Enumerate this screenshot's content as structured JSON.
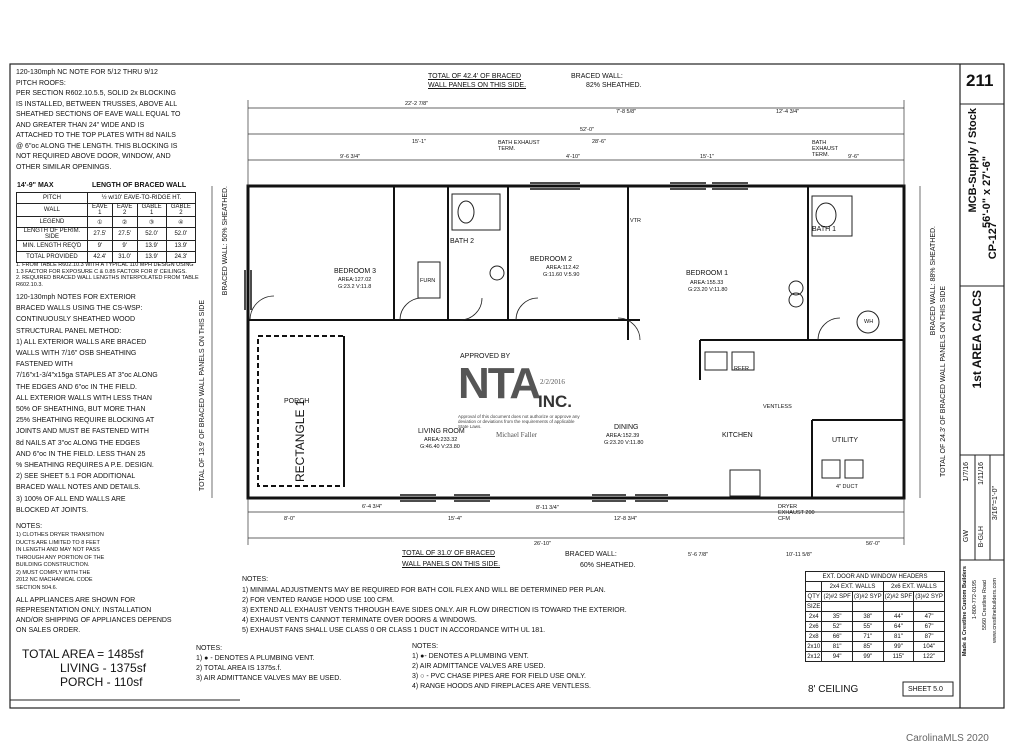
{
  "left_notes": {
    "nc_note": [
      "120-130mph NC NOTE FOR 5/12 THRU 9/12",
      "PITCH ROOFS:",
      "PER SECTION R602.10.5.5, SOLID 2x BLOCKING",
      "IS INSTALLED, BETWEEN TRUSSES, ABOVE ALL",
      "SHEATHED SECTIONS OF EAVE WALL EQUAL TO",
      "AND GREATER THAN 24\" WIDE AND IS",
      "ATTACHED TO THE TOP PLATES WITH 8d NAILS",
      "@ 6\"oc ALONG THE LENGTH. THIS BLOCKING IS",
      "NOT REQUIRED ABOVE DOOR, WINDOW, AND",
      "OTHER SIMILAR OPENINGS."
    ],
    "table_title_left": "14'-9\" MAX",
    "table_title_right": "LENGTH OF BRACED WALL",
    "table_rows": [
      [
        "PITCH",
        "½ w/10' EAVE-TO-RIDGE HT.",
        "",
        "",
        ""
      ],
      [
        "WALL",
        "EAVE 1",
        "EAVE 2",
        "GABLE 1",
        "GABLE 2"
      ],
      [
        "LEGEND",
        "①",
        "②",
        "③",
        "④"
      ],
      [
        "LENGTH OF PERIM. SIDE",
        "27.5'",
        "27.5'",
        "52.0'",
        "52.0'"
      ],
      [
        "MIN. LENGTH REQ'D",
        "9'",
        "9'",
        "13.9'",
        "13.9'"
      ],
      [
        "TOTAL PROVIDED",
        "42.4'",
        "31.0'",
        "13.9'",
        "24.3'"
      ]
    ],
    "table_footnotes": [
      "1. FROM TABLE R602.10.3 WITH A TYPICAL 110 MPH DESIGN USING",
      "1.3 FACTOR FOR EXPOSURE C & 0.85 FACTOR FOR 8' CEILINGS.",
      "2. REQUIRED BRACED WALL LENGTHS INTERPOLATED FROM TABLE",
      "R602.10.3."
    ],
    "exterior_notes": [
      "120-130mph NOTES FOR EXTERIOR",
      "BRACED WALLS USING THE CS-WSP:",
      "CONTINUOUSLY SHEATHED WOOD",
      "STRUCTURAL PANEL METHOD:",
      "1) ALL EXTERIOR WALLS ARE BRACED",
      "WALLS WITH 7/16\" OSB SHEATHING",
      "FASTENED WITH",
      "7/16\"x1-3/4\"x15ga STAPLES AT 3\"oc ALONG",
      "THE EDGES AND 6\"oc IN THE FIELD.",
      "ALL EXTERIOR WALLS WITH LESS THAN",
      "50% OF SHEATHING, BUT MORE THAN",
      "25% SHEATHING REQUIRE BLOCKING AT",
      "JOINTS AND MUST BE FASTENED WITH",
      "8d NAILS AT 3\"oc ALONG THE EDGES",
      "AND 6\"oc IN THE FIELD. LESS THAN 25",
      "% SHEATHING REQUIRES A P.E. DESIGN.",
      "2) SEE SHEET 5.1 FOR ADDITIONAL",
      "BRACED WALL NOTES AND DETAILS.",
      "3) 100% OF ALL END WALLS ARE",
      "BLOCKED AT JOINTS."
    ],
    "notes_title": "NOTES:",
    "notes": [
      "1) CLOTHES DRYER TRANSITION",
      "DUCTS ARE LIMITED TO 8 FEET",
      "IN LENGTH AND MAY NOT PASS",
      "THROUGH ANY PORTION OF THE",
      "BUILDING CONSTRUCTION.",
      "2) MUST COMPLY WITH THE",
      "2012 NC MACHANICAL CODE",
      "SECTION 504.6."
    ],
    "appliances": [
      "ALL APPLIANCES ARE SHOWN FOR",
      "REPRESENTATION ONLY. INSTALLATION",
      "AND/OR SHIPPING OF APPLIANCES DEPENDS",
      "ON SALES ORDER."
    ],
    "total_area": "TOTAL AREA = 1485sf",
    "living": "LIVING - 1375sf",
    "porch": "PORCH - 110sf"
  },
  "plan": {
    "top_braced": "TOTAL OF 42.4' OF BRACED",
    "top_braced2": "WALL PANELS ON THIS SIDE.",
    "top_braced_pct": "BRACED WALL:",
    "top_braced_pct2": "82% SHEATHED.",
    "bottom_braced": "TOTAL OF 31.0' OF BRACED",
    "bottom_braced2": "WALL PANELS ON THIS SIDE.",
    "bottom_braced_pct": "BRACED WALL:",
    "bottom_braced_pct2": "60% SHEATHED.",
    "left_braced": "TOTAL OF 13.9' OF BRACED WALL PANELS ON THIS SIDE",
    "left_braced_pct": "BRACED WALL: 50% SHEATHED.",
    "right_braced": "TOTAL OF 24.3' OF BRACED WALL PANELS ON THIS SIDE",
    "right_braced_pct": "BRACED WALL: 88% SHEATHED.",
    "rooms": {
      "bedroom3": "BEDROOM 3",
      "bedroom3_area": "AREA:127.02",
      "bedroom3_dim": "G:23.2 V:11.8",
      "bedroom2": "BEDROOM 2",
      "bedroom2_area": "AREA:112.42",
      "bedroom2_dim": "G:11.60 V:5.90",
      "bedroom1": "BEDROOM 1",
      "bedroom1_area": "AREA:155.33",
      "bedroom1_dim": "G:23.20 V:11.80",
      "bath2": "BATH 2",
      "bath1": "BATH 1",
      "living": "LIVING ROOM",
      "living_area": "AREA:233.32",
      "living_dim": "G:46.40 V:23.80",
      "dining": "DINING",
      "dining_area": "AREA:152.39",
      "dining_dim": "G:23.20 V:11.80",
      "kitchen": "KITCHEN",
      "utility": "UTILITY",
      "porch": "PORCH",
      "rectangle": "RECTANGLE 1",
      "ventless": "VENTLESS",
      "refr": "REFR",
      "wh": "WH",
      "furn": "FURN",
      "dryer": "DRYER EXHAUST 200 CFM",
      "bath_exhaust": "BATH EXHAUST TERM.",
      "bath_exhaust2": "BATH EXHAUST TERM."
    },
    "dims_top": [
      "22'-2 7/8\"",
      "7'-8 5/8\"",
      "12'-4 3/4\"",
      "52'-0\"",
      "9'-6 3/4\"",
      "15'-1\"",
      "4'-10\"",
      "28'-6\"",
      "15'-1\"",
      "9'-6\""
    ],
    "dims_bottom": [
      "6'-4 3/4\"",
      "15'-4\"",
      "8'-11 3/4\"",
      "12'-8 3/4\"",
      "8'-0\"",
      "26'-10\"",
      "5'-6 7/8\"",
      "10'-11 5/8\"",
      "56'-0\""
    ],
    "vtr": "VTR",
    "ducts": "4\" DUCT"
  },
  "approval": {
    "line1": "APPROVED BY",
    "logo": "NTA",
    "inc": "INC.",
    "date": "2/2/2016",
    "disclaimer": "Approval of this document does not authorize or approve any deviation or deviations from the requirements of applicable State Laws.",
    "name": "Michael Faller"
  },
  "bottom_notes": {
    "title": "NOTES:",
    "lines": [
      "1) MINIMAL ADJUSTMENTS MAY BE REQUIRED FOR BATH COIL FLEX AND WILL BE DETERMINED PER PLAN.",
      "2) FOR VENTED RANGE HOOD USE 100 CFM.",
      "3) EXTEND ALL EXHAUST VENTS THROUGH EAVE SIDES ONLY. AIR FLOW DIRECTION IS TOWARD THE EXTERIOR.",
      "4) EXHAUST VENTS CANNOT TERMINATE OVER DOORS & WINDOWS.",
      "5) EXHAUST FANS SHALL USE CLASS 0 OR CLASS 1 DUCT IN ACCORDANCE WITH UL 181."
    ],
    "legend1_title": "NOTES:",
    "legend1": [
      "1) ● - DENOTES A PLUMBING VENT.",
      "2) TOTAL AREA IS 1375s.f.",
      "3) AIR ADMITTANCE VALVES MAY BE USED."
    ],
    "legend2_title": "NOTES:",
    "legend2": [
      "1) ●- DENOTES A PLUMBING VENT.",
      "2) AIR ADMITTANCE VALVES ARE USED.",
      "3) ○ - PVC CHASE PIPES ARE FOR FIELD USE ONLY.",
      "4) RANGE HOODS AND FIREPLACES ARE VENTLESS."
    ],
    "ceiling": "8' CEILING",
    "sheet": "SHEET 5.0"
  },
  "headers_table": {
    "title": "EXT. DOOR AND WINDOW HEADERS",
    "col_groups": [
      "2x4 EXT. WALLS",
      "2x6 EXT. WALLS"
    ],
    "cols": [
      "QTY",
      "(2)#2 SPF",
      "(3)#2 SYP",
      "(2)#2 SPF",
      "(3)#2 SYP"
    ],
    "rows": [
      [
        "SIZE",
        "",
        "",
        "",
        ""
      ],
      [
        "2x4",
        "35\"",
        "38\"",
        "44\"",
        "47\""
      ],
      [
        "2x6",
        "52\"",
        "55\"",
        "64\"",
        "67\""
      ],
      [
        "2x8",
        "66\"",
        "71\"",
        "81\"",
        "87\""
      ],
      [
        "2x10",
        "81\"",
        "85\"",
        "99\"",
        "104\""
      ],
      [
        "2x12",
        "94\"",
        "99\"",
        "115\"",
        "122\""
      ]
    ]
  },
  "title_block": {
    "sheet_no": "211",
    "company": "MCB-Supply / Stock",
    "size": "56'-0\" x 27'-6\"",
    "model": "CP-127",
    "calc": "1st AREA CALCS",
    "drawn_label": "GW",
    "drawn_date": "1/7/16",
    "checked_label": "B-GLH",
    "checked_date": "1/11/16",
    "scale": "3/16\"=1'-0\"",
    "builder": "Made & Crestline Custom Builders",
    "phone": "1-800-772-0195",
    "addr": "5560 Crestline Road",
    "web": "www.crestlinebuilders.com"
  },
  "watermark": "CarolinaMLS 2020"
}
